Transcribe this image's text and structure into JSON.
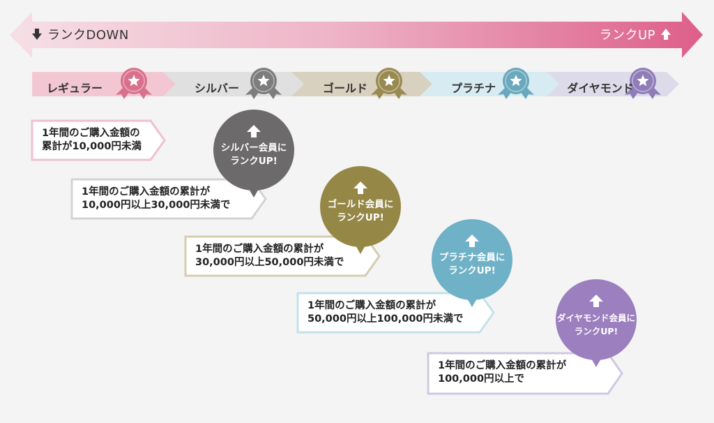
{
  "rank_change": {
    "down_label": "ランクDOWN",
    "up_label": "ランクUP"
  },
  "ranks": [
    {
      "name": "レギュラー",
      "color": "#f2c7d3",
      "badge_color": "#d9718d"
    },
    {
      "name": "シルバー",
      "color": "#e0e0e0",
      "badge_color": "#7d7d7d"
    },
    {
      "name": "ゴールド",
      "color": "#d8d1bf",
      "badge_color": "#9a8a52"
    },
    {
      "name": "プラチナ",
      "color": "#d6ebf2",
      "badge_color": "#6aa8bd"
    },
    {
      "name": "ダイヤモンド",
      "color": "#dddbe9",
      "badge_color": "#8f7db8"
    }
  ],
  "conditions": [
    {
      "line1": "1年間のご購入金額の",
      "line2": "累計が10,000円未満",
      "border": "#efc0cf"
    },
    {
      "line1": "1年間のご購入金額の累計が",
      "line2": "10,000円以上30,000円未満で",
      "border": "#d3d3d3"
    },
    {
      "line1": "1年間のご購入金額の累計が",
      "line2": "30,000円以上50,000円未満で",
      "border": "#d6ccb1"
    },
    {
      "line1": "1年間のご購入金額の累計が",
      "line2": "50,000円以上100,000円未満で",
      "border": "#c4e1ec"
    },
    {
      "line1": "1年間のご購入金額の累計が",
      "line2": "100,000円以上で",
      "border": "#d0c7e3"
    }
  ],
  "bubbles": [
    {
      "line1": "シルバー会員に",
      "line2": "ランクUP!",
      "color": "#6c6a6b"
    },
    {
      "line1": "ゴールド会員に",
      "line2": "ランクUP!",
      "color": "#958745"
    },
    {
      "line1": "プラチナ会員に",
      "line2": "ランクUP!",
      "color": "#6fb1c6"
    },
    {
      "line1": "ダイヤモンド会員に",
      "line2": "ランクUP!",
      "color": "#9c7fbe"
    }
  ]
}
